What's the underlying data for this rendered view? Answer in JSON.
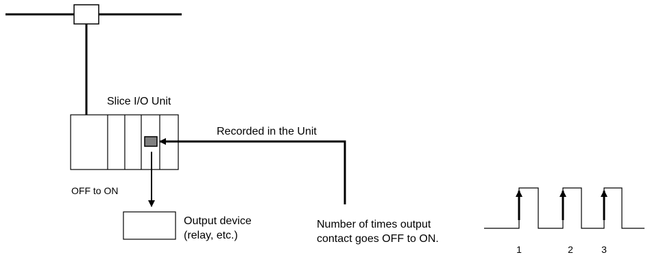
{
  "labels": {
    "unit": "Slice I/O Unit",
    "recorded": "Recorded in the Unit",
    "off_to_on": "OFF to ON",
    "output_device_line1": "Output device",
    "output_device_line2": "(relay, etc.)",
    "count_line1": "Number of times output",
    "count_line2": "contact goes OFF to ON."
  },
  "pulses": [
    "1",
    "2",
    "3"
  ],
  "colors": {
    "line": "#000000",
    "indicator": "#808080",
    "background": "#ffffff"
  }
}
